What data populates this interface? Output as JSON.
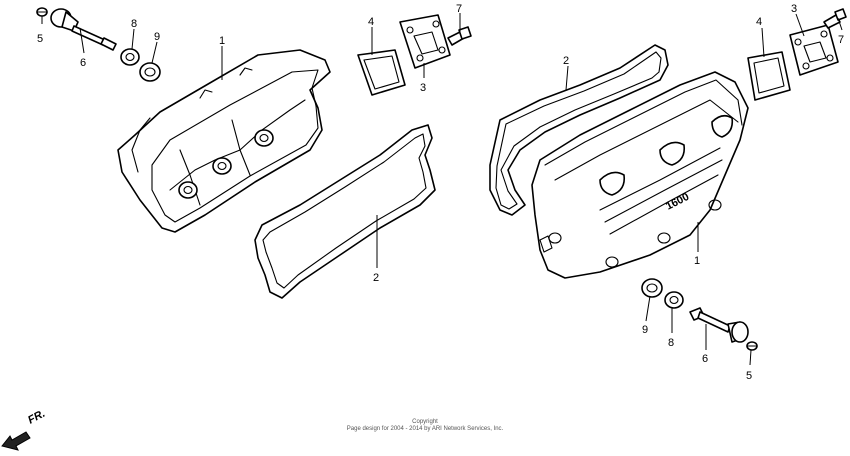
{
  "callouts": {
    "l1": "1",
    "l2": "2",
    "l3": "3",
    "l4": "4",
    "l5": "5",
    "l6": "6",
    "l7": "7",
    "l8": "8",
    "l9": "9",
    "r1": "1",
    "r2": "2",
    "r3": "3",
    "r4": "4",
    "r5": "5",
    "r6": "6",
    "r7": "7",
    "r8": "8",
    "r9": "9"
  },
  "cover_emblem": "1600",
  "direction_label": "FR.",
  "footer": {
    "line1": "Copyright",
    "line2": "Page design for 2004 - 2014 by ARI Network Services, Inc."
  }
}
